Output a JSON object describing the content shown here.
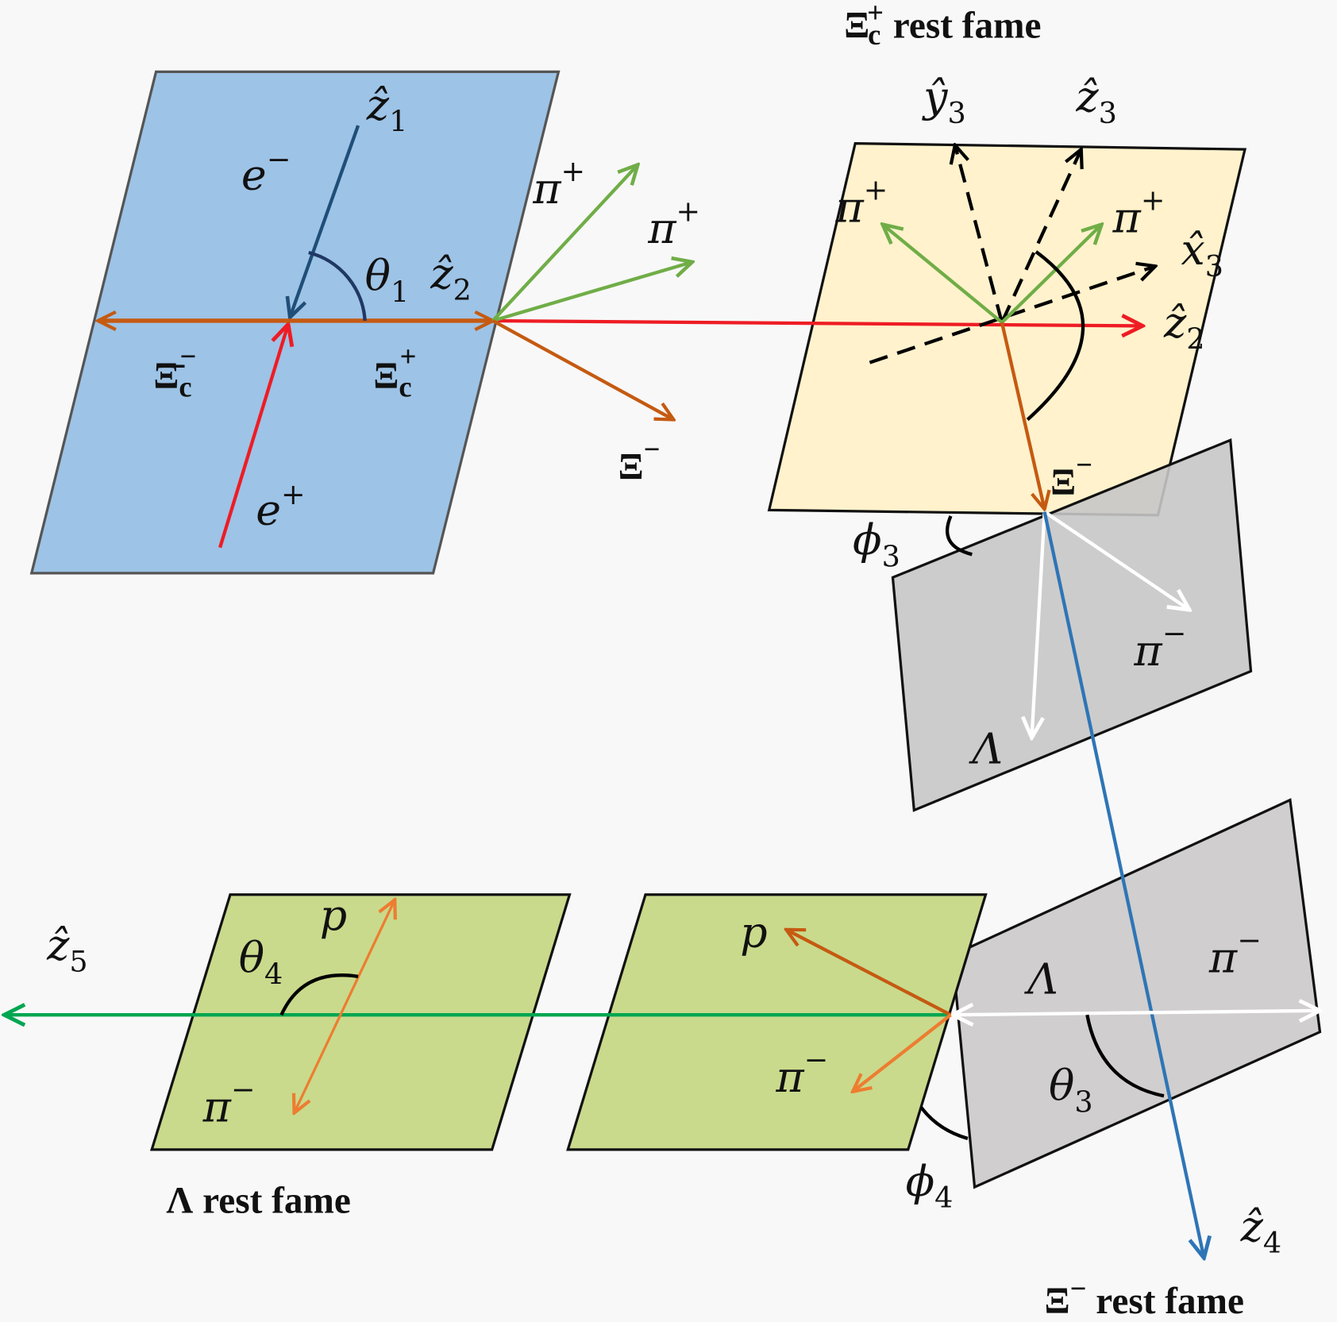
{
  "labels": {
    "xi_c_frame": {
      "sym": "Ξ",
      "sub": "c",
      "sup": "+",
      "text": " rest fame"
    },
    "xi_frame": {
      "sym": "Ξ",
      "sup": "−",
      "text": " rest fame"
    },
    "lambda_frame": {
      "text": "Λ rest fame"
    },
    "z1": {
      "base": "ẑ",
      "sub": "1"
    },
    "z2a": {
      "base": "ẑ",
      "sub": "2"
    },
    "z2b": {
      "base": "ẑ",
      "sub": "2"
    },
    "z3": {
      "base": "ẑ",
      "sub": "3"
    },
    "y3": {
      "base": "ŷ",
      "sub": "3"
    },
    "x3": {
      "base": "x̂",
      "sub": "3"
    },
    "z4": {
      "base": "ẑ",
      "sub": "4"
    },
    "z5": {
      "base": "ẑ",
      "sub": "5"
    },
    "e_minus": {
      "base": "e",
      "sup": "−"
    },
    "e_plus": {
      "base": "e",
      "sup": "+"
    },
    "theta1": {
      "base": "θ",
      "sub": "1"
    },
    "theta3": {
      "base": "θ",
      "sub": "3"
    },
    "theta4": {
      "base": "θ",
      "sub": "4"
    },
    "phi3": {
      "base": "ϕ",
      "sub": "3"
    },
    "phi4": {
      "base": "ϕ",
      "sub": "4"
    },
    "xibar_c": {
      "sym": "Ξ̄",
      "sub": "c",
      "sup": "−"
    },
    "xi_c_plus": {
      "sym": "Ξ",
      "sub": "c",
      "sup": "+"
    },
    "xi_minus_a": {
      "sym": "Ξ",
      "sup": "−"
    },
    "xi_minus_b": {
      "sym": "Ξ",
      "sup": "−"
    },
    "pi_plus_1": {
      "base": "π",
      "sup": "+"
    },
    "pi_plus_2": {
      "base": "π",
      "sup": "+"
    },
    "pi_plus_3": {
      "base": "π",
      "sup": "+"
    },
    "pi_plus_4": {
      "base": "π",
      "sup": "+"
    },
    "pi_minus_1": {
      "base": "π",
      "sup": "−"
    },
    "pi_minus_2": {
      "base": "π",
      "sup": "−"
    },
    "pi_minus_3": {
      "base": "π",
      "sup": "−"
    },
    "pi_minus_4": {
      "base": "π",
      "sup": "−"
    },
    "lambda_1": {
      "base": "Λ"
    },
    "lambda_2": {
      "base": "Λ"
    },
    "p_1": {
      "base": "p"
    },
    "p_2": {
      "base": "p"
    }
  },
  "colors": {
    "blue_plane": "#9dc3e6",
    "yellow_plane": "#fff2cc",
    "gray_plane": "#d0cece",
    "green_plane": "#c9da8c",
    "orange": "#c55a11",
    "red": "#ee1c24",
    "green": "#70ad47",
    "navy": "#1f4e79",
    "blue": "#2e75b6",
    "z5_green": "#00a650",
    "light_orange": "#ed7d31"
  }
}
